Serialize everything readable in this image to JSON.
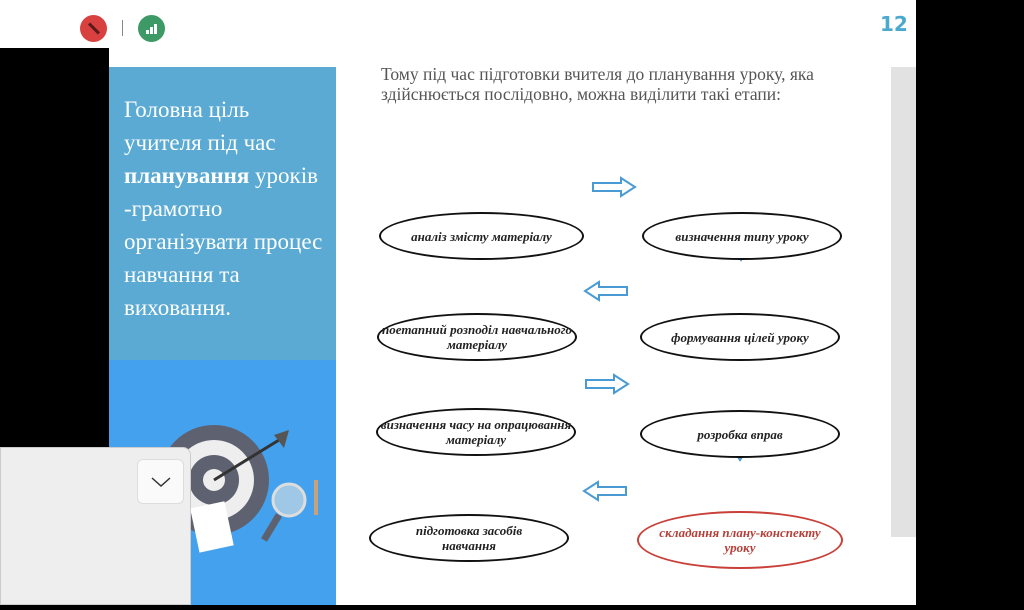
{
  "page_number": "12",
  "left_panel": {
    "line1": "Головна ціль учителя під час ",
    "bold": "планування",
    "line2": " уроків -грамотно організувати процес навчання та виховання."
  },
  "intro": "Тому під час підготовки вчителя до планування уроку, яка здійснюється послідовно, можна виділити такі етапи:",
  "steps": [
    "аналіз змісту матеріалу",
    "визначення типу уроку",
    "формування цілей уроку",
    "поетапний розподіл навчального матеріалу",
    "визначення часу на опрацювання матеріалу",
    "розробка вправ",
    "складання плану-конспекту уроку",
    "підготовка засобів навчання"
  ],
  "colors": {
    "arrow": "#4a9bd4",
    "highlight": "#c9403a",
    "panel": "#5aaad4"
  }
}
